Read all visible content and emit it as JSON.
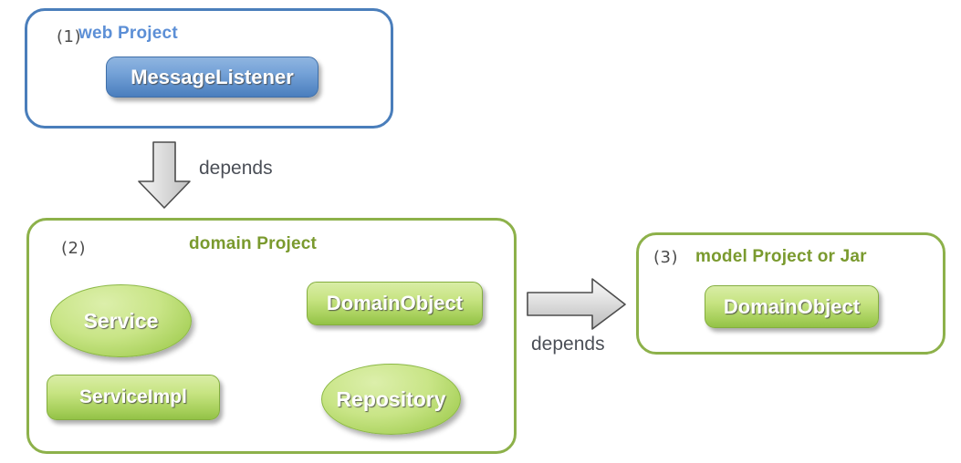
{
  "diagram": {
    "title": "Layered project dependency diagram",
    "background": "#ffffff",
    "colors": {
      "blue_border": "#4A7EBB",
      "blue_title": "#5C8FD6",
      "blue_node_top": "#8FB5E0",
      "blue_node_bottom": "#4A7EBE",
      "green_border": "#8DB14A",
      "green_title": "#7A9A2E",
      "green_node_top": "#D9EDA6",
      "green_node_bottom": "#93C247",
      "arrow_fill": "#E8E8E8",
      "arrow_stroke": "#4d4d4d",
      "label_text": "#4b4f57",
      "index_text": "#4c4c4c",
      "node_text": "#ffffff"
    }
  },
  "boxes": [
    {
      "id": "web-project",
      "index": "(1)",
      "title": "web Project",
      "accent": "blue",
      "nodes": [
        {
          "id": "messagelistener",
          "label": "MessageListener",
          "shape": "rect",
          "fill": "blue"
        }
      ]
    },
    {
      "id": "domain-project",
      "index": "(2)",
      "title": "domain Project",
      "accent": "green",
      "nodes": [
        {
          "id": "service",
          "label": "Service",
          "shape": "ellipse",
          "fill": "green"
        },
        {
          "id": "serviceimpl",
          "label": "ServiceImpl",
          "shape": "rect",
          "fill": "green"
        },
        {
          "id": "domainobject",
          "label": "DomainObject",
          "shape": "rect",
          "fill": "green"
        },
        {
          "id": "repository",
          "label": "Repository",
          "shape": "ellipse",
          "fill": "green"
        }
      ]
    },
    {
      "id": "model-project",
      "index": "(3)",
      "title": "model Project or Jar",
      "accent": "green",
      "nodes": [
        {
          "id": "domainobject-model",
          "label": "DomainObject",
          "shape": "rect",
          "fill": "green"
        }
      ]
    }
  ],
  "arrows": [
    {
      "id": "web-to-domain",
      "direction": "down",
      "label": "depends",
      "from": "web-project",
      "to": "domain-project",
      "icon": "block-arrow-down-icon"
    },
    {
      "id": "domain-to-model",
      "direction": "right",
      "label": "depends",
      "from": "domain-project",
      "to": "model-project",
      "icon": "block-arrow-right-icon"
    }
  ]
}
